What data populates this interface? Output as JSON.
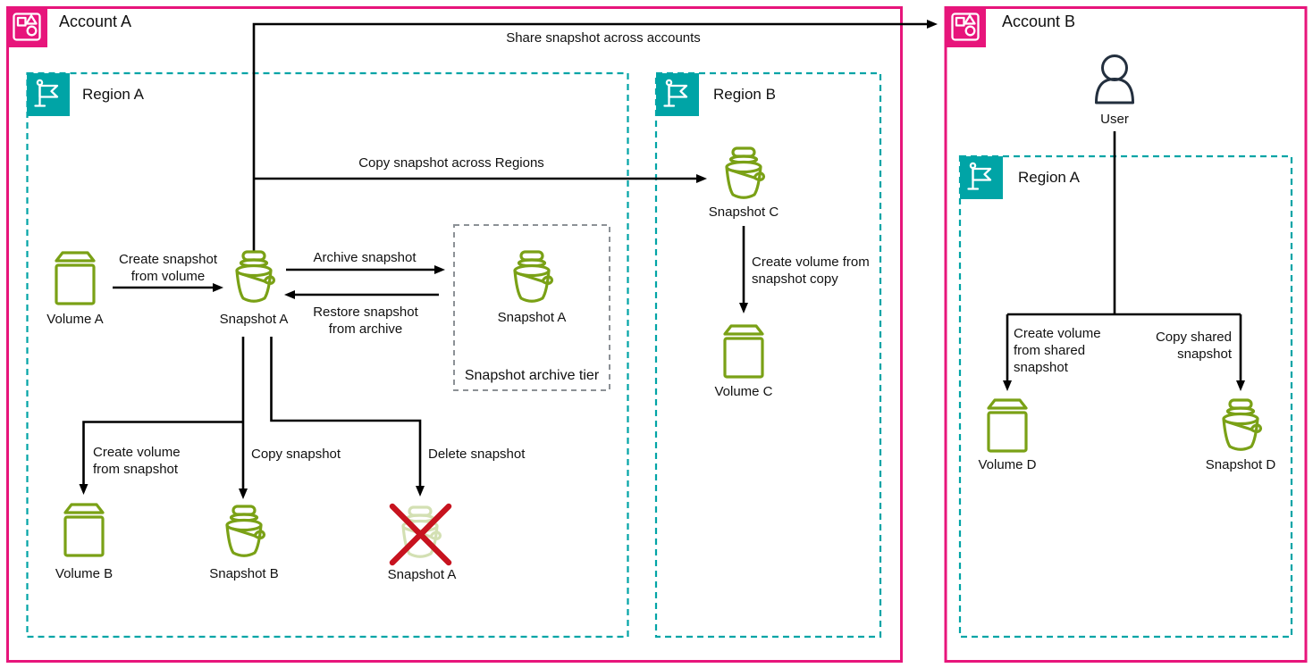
{
  "colors": {
    "account_border_pink": "#E7157B",
    "region_border_teal": "#00A4A6",
    "resource_green": "#7AA116",
    "delete_red": "#C7131F",
    "user_navy": "#232F3E",
    "archive_border_gray": "#8C9196",
    "connector_black": "#000000"
  },
  "accounts": {
    "a": {
      "title": "Account A",
      "edges": {
        "share_snapshot": "Share snapshot across accounts",
        "copy_snapshot_across_regions": "Copy snapshot across Regions"
      },
      "region_a": {
        "title": "Region A",
        "nodes": {
          "volume_a": "Volume A",
          "snapshot_a": "Snapshot A",
          "volume_b": "Volume B",
          "snapshot_b": "Snapshot B",
          "snapshot_a_deleted": "Snapshot A"
        },
        "archive_tier": {
          "title": "Snapshot archive tier",
          "snapshot_a": "Snapshot A"
        },
        "edges": {
          "create_snapshot_from_volume": [
            "Create snapshot",
            "from volume"
          ],
          "archive_snapshot": "Archive snapshot",
          "restore_snapshot_from_archive": [
            "Restore snapshot",
            "from archive"
          ],
          "create_volume_from_snapshot": [
            "Create volume",
            "from snapshot"
          ],
          "copy_snapshot": "Copy snapshot",
          "delete_snapshot": "Delete snapshot"
        }
      },
      "region_b": {
        "title": "Region B",
        "nodes": {
          "snapshot_c": "Snapshot C",
          "volume_c": "Volume C"
        },
        "edges": {
          "create_volume_from_snapshot_copy": [
            "Create volume from",
            "snapshot copy"
          ]
        }
      }
    },
    "b": {
      "title": "Account B",
      "user_label": "User",
      "region_a": {
        "title": "Region A",
        "nodes": {
          "volume_d": "Volume D",
          "snapshot_d": "Snapshot D"
        },
        "edges": {
          "create_volume_from_shared_snapshot": [
            "Create volume",
            "from shared",
            "snapshot"
          ],
          "copy_shared_snapshot": [
            "Copy shared",
            "snapshot"
          ]
        }
      }
    }
  },
  "icons": {
    "account": "account-icon",
    "region": "region-flag-icon",
    "volume": "ebs-volume-icon",
    "snapshot": "ebs-snapshot-icon",
    "user": "user-icon",
    "deleted": "delete-x-icon"
  }
}
